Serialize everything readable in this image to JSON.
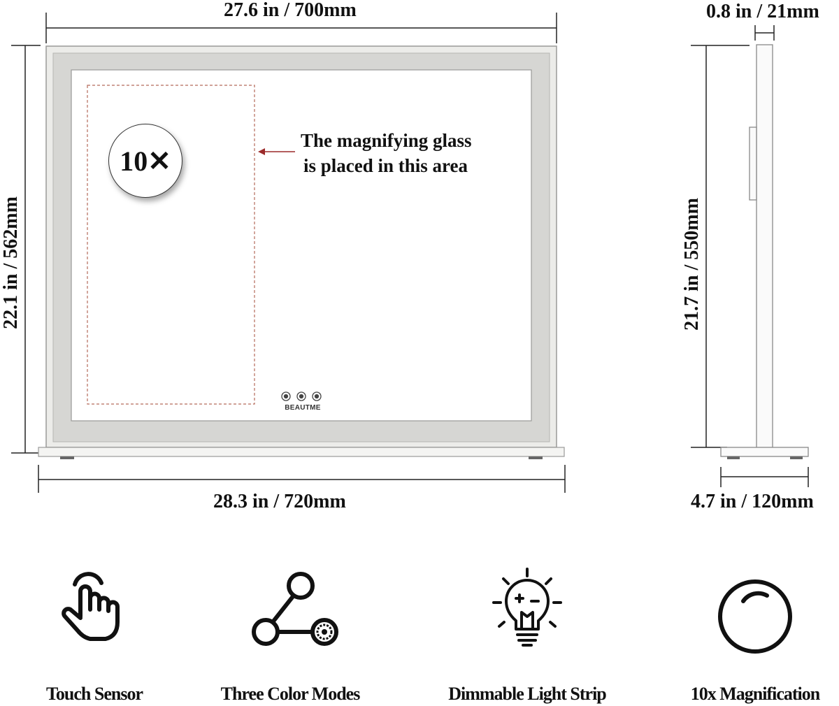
{
  "dimensions": {
    "top_width": "27.6 in / 700mm",
    "bottom_width": "28.3 in / 720mm",
    "left_height": "22.1 in / 562mm",
    "side_depth": "0.8 in / 21mm",
    "side_height": "21.7 in / 550mm",
    "base_depth": "4.7 in / 120mm"
  },
  "mirror": {
    "magnification_badge": "10✕",
    "note_line1": "The magnifying glass",
    "note_line2": "is placed in this area",
    "brand": "BEAUTME"
  },
  "features": [
    {
      "label": "Touch Sensor",
      "icon": "touch-hand-icon"
    },
    {
      "label": "Three Color Modes",
      "icon": "color-modes-icon"
    },
    {
      "label": "Dimmable Light Strip",
      "icon": "lightbulb-icon"
    },
    {
      "label": "10x Magnification",
      "icon": "magnifier-circle-icon"
    }
  ],
  "colors": {
    "frame": "#d4d4d2",
    "mirror_face": "#ffffff",
    "arrow": "#9b2a2a",
    "dashed": "#b56a5a",
    "text": "#111111"
  }
}
